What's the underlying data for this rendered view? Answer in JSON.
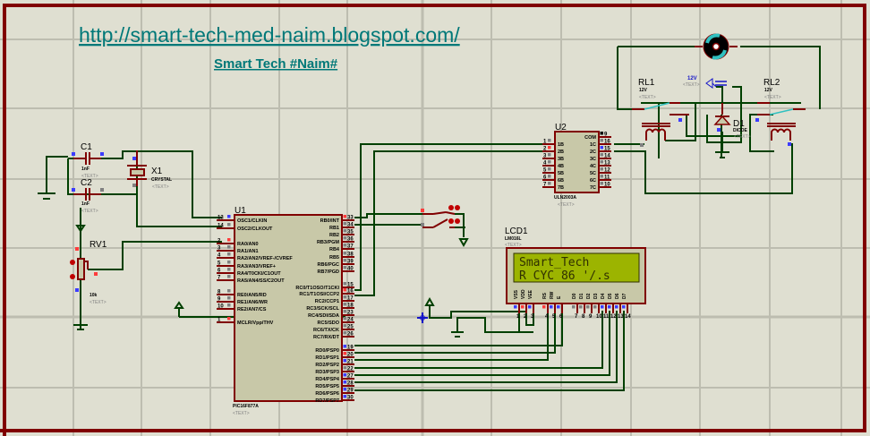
{
  "header": {
    "url_link": "http://smart-tech-med-naim.blogspot.com/",
    "subtitle": "Smart  Tech #Naim#"
  },
  "placeholder_text": "<TEXT>",
  "components": {
    "c1": {
      "ref": "C1",
      "value": "1nF"
    },
    "c2": {
      "ref": "C2",
      "value": "1nF"
    },
    "x1": {
      "ref": "X1",
      "value": "CRYSTAL"
    },
    "rv1": {
      "ref": "RV1",
      "value": "10k"
    },
    "u1": {
      "ref": "U1",
      "part": "PIC16F877A",
      "left_pins": [
        {
          "num": "13",
          "name": "OSC1/CLKIN"
        },
        {
          "num": "14",
          "name": "OSC2/CLKOUT"
        },
        {
          "num": "2",
          "name": "RA0/AN0"
        },
        {
          "num": "3",
          "name": "RA1/AN1"
        },
        {
          "num": "4",
          "name": "RA2/AN2/VREF-/CVREF"
        },
        {
          "num": "5",
          "name": "RA3/AN3/VREF+"
        },
        {
          "num": "6",
          "name": "RA4/T0CKI/C1OUT"
        },
        {
          "num": "7",
          "name": "RA5/AN4/SS/C2OUT"
        },
        {
          "num": "8",
          "name": "RE0/AN5/RD"
        },
        {
          "num": "9",
          "name": "RE1/AN6/WR"
        },
        {
          "num": "10",
          "name": "RE2/AN7/CS"
        },
        {
          "num": "1",
          "name": "MCLR/Vpp/THV"
        }
      ],
      "right_pins": [
        {
          "num": "33",
          "name": "RB0/INT"
        },
        {
          "num": "34",
          "name": "RB1"
        },
        {
          "num": "35",
          "name": "RB2"
        },
        {
          "num": "36",
          "name": "RB3/PGM"
        },
        {
          "num": "37",
          "name": "RB4"
        },
        {
          "num": "38",
          "name": "RB5"
        },
        {
          "num": "39",
          "name": "RB6/PGC"
        },
        {
          "num": "40",
          "name": "RB7/PGD"
        },
        {
          "num": "15",
          "name": "RC0/T1OSO/T1CKI"
        },
        {
          "num": "16",
          "name": "RC1/T1OSI/CCP2"
        },
        {
          "num": "17",
          "name": "RC2/CCP1"
        },
        {
          "num": "18",
          "name": "RC3/SCK/SCL"
        },
        {
          "num": "23",
          "name": "RC4/SDI/SDA"
        },
        {
          "num": "24",
          "name": "RC5/SDO"
        },
        {
          "num": "25",
          "name": "RC6/TX/CK"
        },
        {
          "num": "26",
          "name": "RC7/RX/DT"
        },
        {
          "num": "19",
          "name": "RD0/PSP0"
        },
        {
          "num": "20",
          "name": "RD1/PSP1"
        },
        {
          "num": "21",
          "name": "RD2/PSP2"
        },
        {
          "num": "22",
          "name": "RD3/PSP3"
        },
        {
          "num": "27",
          "name": "RD4/PSP4"
        },
        {
          "num": "28",
          "name": "RD5/PSP5"
        },
        {
          "num": "29",
          "name": "RD6/PSP6"
        },
        {
          "num": "30",
          "name": "RD7/PSP7"
        }
      ]
    },
    "u2": {
      "ref": "U2",
      "part": "ULN2003A",
      "left_pins": [
        {
          "num": "1",
          "name": "1B"
        },
        {
          "num": "2",
          "name": "2B"
        },
        {
          "num": "3",
          "name": "3B"
        },
        {
          "num": "4",
          "name": "4B"
        },
        {
          "num": "5",
          "name": "5B"
        },
        {
          "num": "6",
          "name": "6B"
        },
        {
          "num": "7",
          "name": "7B"
        }
      ],
      "right_pins": [
        {
          "num": "9",
          "name": "COM"
        },
        {
          "num": "16",
          "name": "1C"
        },
        {
          "num": "15",
          "name": "2C"
        },
        {
          "num": "14",
          "name": "3C"
        },
        {
          "num": "13",
          "name": "4C"
        },
        {
          "num": "12",
          "name": "5C"
        },
        {
          "num": "11",
          "name": "6C"
        },
        {
          "num": "10",
          "name": "7C"
        }
      ]
    },
    "lcd1": {
      "ref": "LCD1",
      "part": "LM016L",
      "line1": "Smart_Tech",
      "line2": "R_CYC 86 '/.s",
      "pin_labels": [
        "VSS",
        "VDD",
        "VEE",
        "RS",
        "RW",
        "E",
        "D0",
        "D1",
        "D2",
        "D3",
        "D4",
        "D5",
        "D6",
        "D7"
      ],
      "pin_nums": [
        "1",
        "2",
        "3",
        "4",
        "5",
        "6",
        "7",
        "8",
        "9",
        "10",
        "11",
        "12",
        "13",
        "14"
      ]
    },
    "rl1": {
      "ref": "RL1",
      "value": "12V"
    },
    "rl2": {
      "ref": "RL2",
      "value": "12V"
    },
    "d1": {
      "ref": "D1",
      "value": "DIODE"
    },
    "power": {
      "label": "12V"
    },
    "motor": {
      "name": "motor"
    }
  },
  "colors": {
    "background": "#dfdfd1",
    "border": "#800000",
    "wire": "#004000",
    "link": "#007878",
    "lcd_screen": "#9cb400"
  }
}
